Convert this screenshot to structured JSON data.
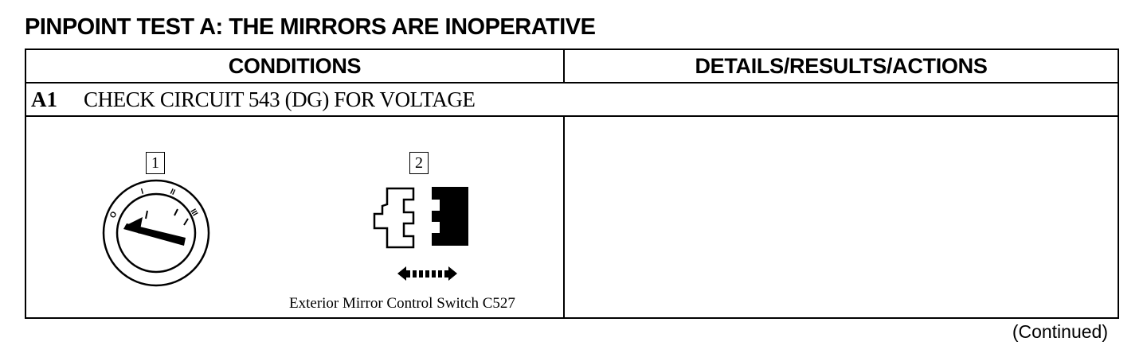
{
  "title": "PINPOINT TEST A:  THE MIRRORS ARE INOPERATIVE",
  "table": {
    "headers": [
      "CONDITIONS",
      "DETAILS/RESULTS/ACTIONS"
    ],
    "step": {
      "number": "A1",
      "text": "CHECK CIRCUIT 543 (DG) FOR VOLTAGE"
    },
    "illustration": {
      "callouts": [
        "1",
        "2"
      ],
      "ignition_positions": [
        "O",
        "I",
        "II",
        "III"
      ],
      "caption": "Exterior Mirror Control Switch C527",
      "icons": [
        "ignition-switch-icon",
        "connector-icon",
        "double-arrow-icon"
      ]
    }
  },
  "footer": {
    "continued": "(Continued)"
  }
}
